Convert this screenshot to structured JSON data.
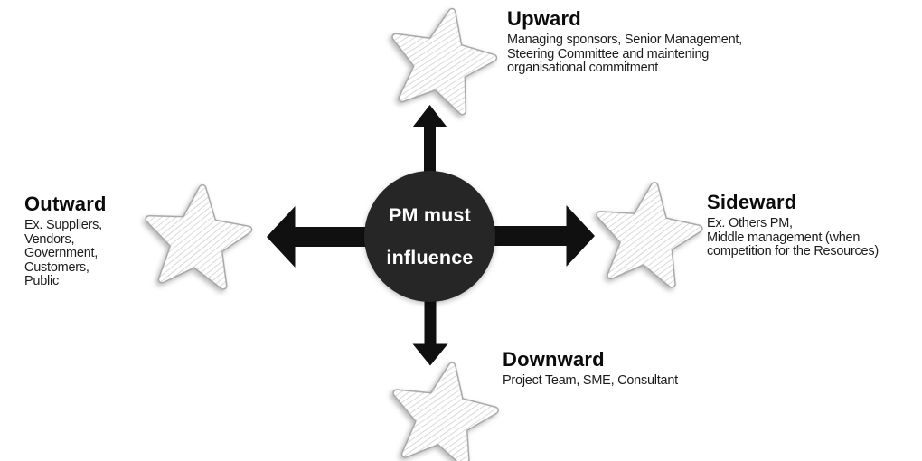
{
  "center": {
    "label": "PM must\ninfluence"
  },
  "sections": {
    "upward": {
      "title": "Upward",
      "description": "Managing sponsors, Senior Management,\nSteering Committee and maintening\norganisational commitment"
    },
    "sideward": {
      "title": "Sideward",
      "description": "Ex. Others PM,\nMiddle management (when\ncompetition for the Resources)"
    },
    "outward": {
      "title": "Outward",
      "description": "Ex. Suppliers,\nVendors,\nGovernment,\nCustomers,\nPublic"
    },
    "downward": {
      "title": "Downward",
      "description": "Project Team, SME, Consultant"
    }
  },
  "icons": {
    "stars": [
      "star-icon-upward",
      "star-icon-outward",
      "star-icon-sideward",
      "star-icon-downward"
    ],
    "arrows": [
      "arrow-up-icon",
      "arrow-left-icon",
      "arrow-right-icon",
      "arrow-down-icon"
    ]
  },
  "colors": {
    "circle": "#262626",
    "arrow": "#101010",
    "text": "#1c1c1c",
    "star-stroke": "#a6a6a6",
    "star-hatch": "#c4c4c4",
    "background": "#ffffff"
  }
}
